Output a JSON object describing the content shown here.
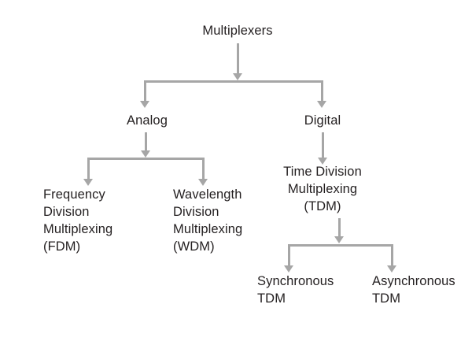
{
  "diagram": {
    "title_node": "Multiplexers",
    "nodes": [
      {
        "id": "root",
        "label": "Multiplexers"
      },
      {
        "id": "analog",
        "label": "Analog"
      },
      {
        "id": "digital",
        "label": "Digital"
      },
      {
        "id": "fdm",
        "label": "Frequency\nDivision\nMultiplexing\n(FDM)"
      },
      {
        "id": "wdm",
        "label": "Wavelength\nDivision\nMultiplexing\n(WDM)"
      },
      {
        "id": "tdm",
        "label": "Time Division\nMultiplexing\n(TDM)"
      },
      {
        "id": "sync-tdm",
        "label": "Synchronous\nTDM"
      },
      {
        "id": "async-tdm",
        "label": "Asynchronous\nTDM"
      }
    ],
    "colors": {
      "connector": "#a6a6a6",
      "text": "#231f20",
      "background": "#ffffff"
    }
  }
}
